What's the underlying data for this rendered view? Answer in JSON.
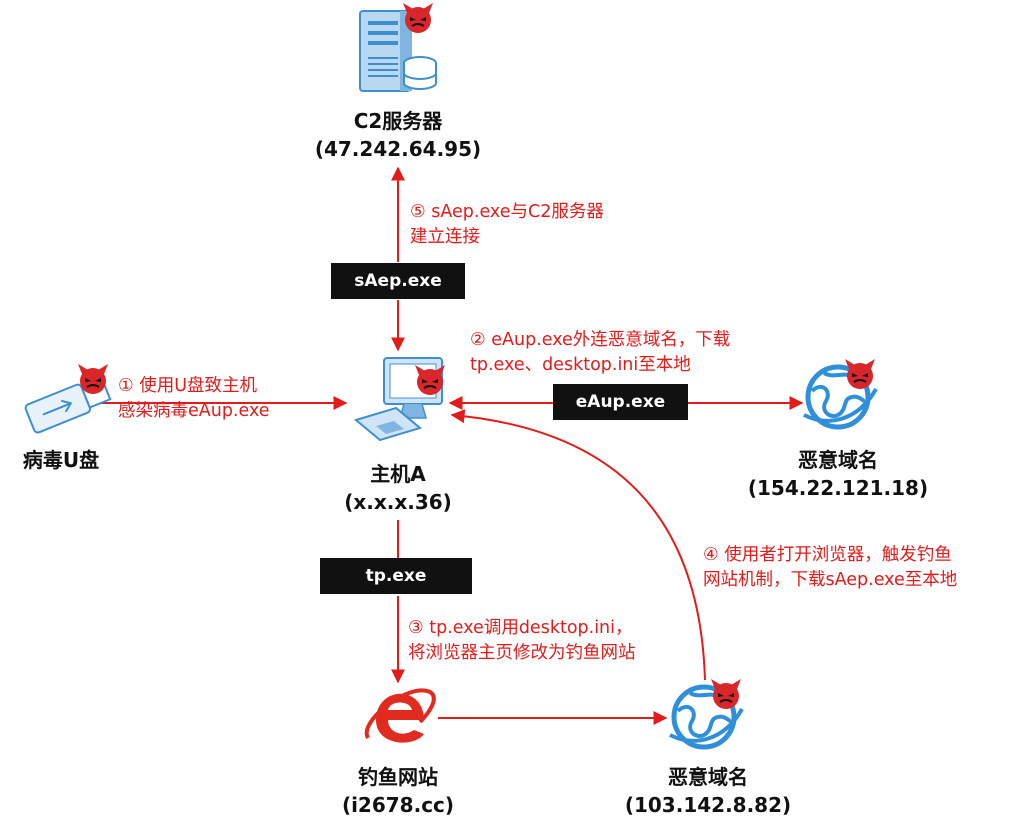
{
  "nodes": {
    "c2": {
      "name": "C2服务器",
      "addr": "(47.242.64.95)"
    },
    "host": {
      "name": "主机A",
      "addr": "(x.x.x.36)"
    },
    "usb": {
      "name": "病毒U盘"
    },
    "domain_right": {
      "name": "恶意域名",
      "addr": "(154.22.121.18)"
    },
    "phish": {
      "name": "钓鱼网站",
      "addr": "(i2678.cc)"
    },
    "domain_bottom": {
      "name": "恶意域名",
      "addr": "(103.142.8.82)"
    }
  },
  "chips": {
    "saep": "sAep.exe",
    "eaup": "eAup.exe",
    "tp": "tp.exe"
  },
  "annotations": {
    "step1": {
      "line1": "① 使用U盘致主机",
      "line2": "感染病毒eAup.exe"
    },
    "step2": {
      "line1": "② eAup.exe外连恶意域名，下载",
      "line2": "tp.exe、desktop.ini至本地"
    },
    "step3": {
      "line1": "③ tp.exe调用desktop.ini，",
      "line2": "将浏览器主页修改为钓鱼网站"
    },
    "step4": {
      "line1": "④ 使用者打开浏览器，触发钓鱼",
      "line2": "网站机制，下载sAep.exe至本地"
    },
    "step5": {
      "line1": "⑤ sAep.exe与C2服务器",
      "line2": "建立连接"
    }
  },
  "colors": {
    "arrow": "#e21b1b",
    "chip_bg": "#111111",
    "icon_blue": "#2f8fd8",
    "devil": "#d8262b"
  },
  "icons": {
    "server": "server-icon",
    "computer": "computer-icon",
    "usb": "usb-drive-icon",
    "globe": "globe-icon",
    "browser": "ie-browser-icon",
    "malicious": "devil-icon"
  }
}
